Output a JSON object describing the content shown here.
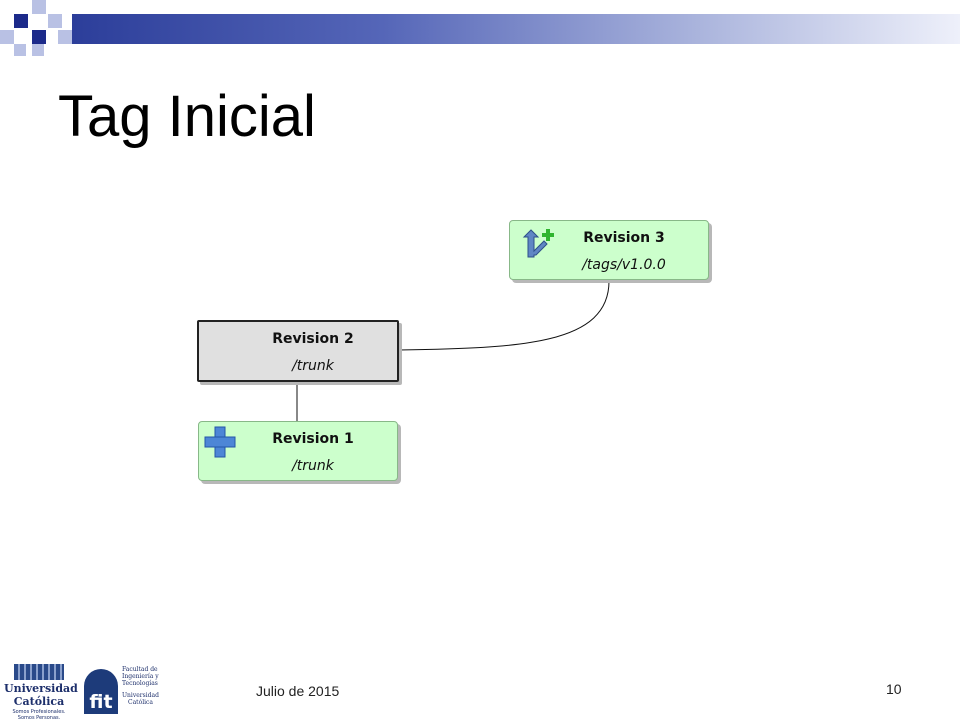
{
  "slide": {
    "title": "Tag Inicial",
    "footer_date": "Julio de 2015",
    "page_number": "10"
  },
  "colors": {
    "header_navy": "#1c2a8a",
    "header_light": "#b9c1e4",
    "node_green": "#ccffcc",
    "node_gray": "#e0e0e0"
  },
  "diagram": {
    "nodes": [
      {
        "revision": "Revision 3",
        "path": "/tags/v1.0.0",
        "icon": "tag-add-icon",
        "style": "green"
      },
      {
        "revision": "Revision 2",
        "path": "/trunk",
        "icon": "",
        "style": "gray"
      },
      {
        "revision": "Revision 1",
        "path": "/trunk",
        "icon": "plus-icon",
        "style": "green"
      }
    ],
    "edges": [
      {
        "from": "Revision 2",
        "to": "Revision 1"
      },
      {
        "from": "Revision 2",
        "to": "Revision 3"
      }
    ]
  },
  "logos": {
    "uc": {
      "line1": "Universidad",
      "line2": "Católica",
      "tagline": "Somos Profesionales. Somos Personas."
    },
    "fit": {
      "lines": [
        "Facultad de",
        "Ingeniería y",
        "Tecnologías",
        "Universidad",
        "Católica"
      ]
    }
  }
}
